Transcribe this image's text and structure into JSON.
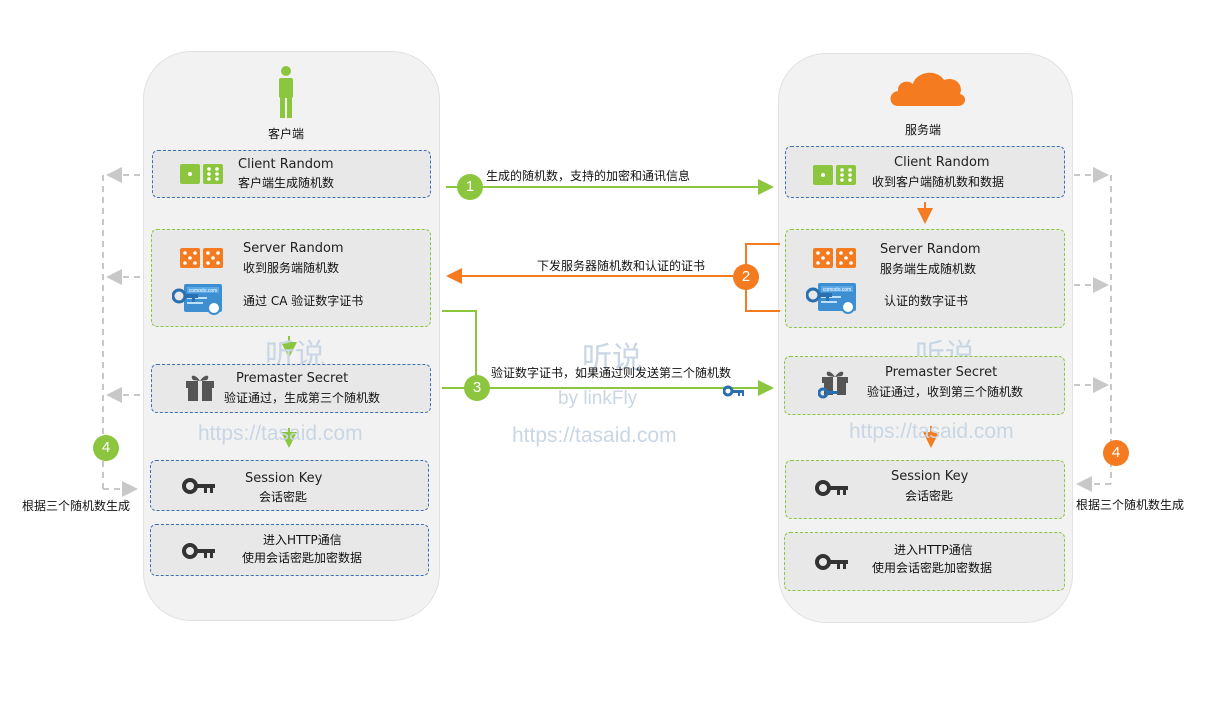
{
  "client": {
    "title": "客户端",
    "boxes": {
      "client_random": {
        "title": "Client Random",
        "desc": "客户端生成随机数"
      },
      "server_random": {
        "title": "Server Random",
        "desc": "收到服务端随机数",
        "cert": "通过  CA  验证数字证书"
      },
      "premaster": {
        "title": "Premaster Secret",
        "desc": "验证通过，生成第三个随机数"
      },
      "session_key": {
        "title": "Session Key",
        "desc": "会话密匙"
      },
      "http": {
        "title": "进入HTTP通信",
        "desc": "使用会话密匙加密数据"
      }
    },
    "side_label": "根据三个随机数生成",
    "side_step": "4"
  },
  "server": {
    "title": "服务端",
    "boxes": {
      "client_random": {
        "title": "Client Random",
        "desc": "收到客户端随机数和数据"
      },
      "server_random": {
        "title": "Server Random",
        "desc": "服务端生成随机数",
        "cert": "认证的数字证书"
      },
      "premaster": {
        "title": "Premaster Secret",
        "desc": "验证通过，收到第三个随机数"
      },
      "session_key": {
        "title": "Session Key",
        "desc": "会话密匙"
      },
      "http": {
        "title": "进入HTTP通信",
        "desc": "使用会话密匙加密数据"
      }
    },
    "side_label": "根据三个随机数生成",
    "side_step": "4"
  },
  "steps": [
    {
      "num": "1",
      "label": "生成的随机数，支持的加密和通讯信息"
    },
    {
      "num": "2",
      "label": "下发服务器随机数和认证的证书"
    },
    {
      "num": "3",
      "label": "验证数字证书，如果通过则发送第三个随机数"
    }
  ],
  "cert_badge": "comodo.com",
  "watermark": {
    "logo": "听说",
    "by": "by linkFly",
    "url": "https://tasaid.com"
  },
  "colors": {
    "green": "#8cc63f",
    "orange": "#f47b20",
    "blue": "#3d6fb6",
    "gray_line": "#c8c8c8"
  }
}
